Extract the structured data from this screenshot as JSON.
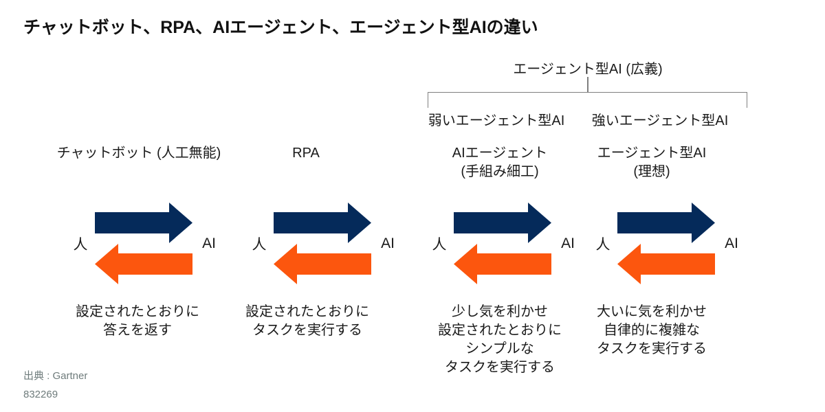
{
  "title": "チャットボット、RPA、AIエージェント、エージェント型AIの違い",
  "group": {
    "label": "エージェント型AI (広義)",
    "sub_left": "弱いエージェント型AI",
    "sub_right": "強いエージェント型AI"
  },
  "labels": {
    "human": "人",
    "ai": "AI"
  },
  "columns": [
    {
      "title": "チャットボット (人工無能)",
      "description": "設定されたとおりに\n答えを返す"
    },
    {
      "title": "RPA",
      "description": "設定されたとおりに\nタスクを実行する"
    },
    {
      "title": "AIエージェント\n(手組み細工)",
      "description": "少し気を利かせ\n設定されたとおりに\nシンプルな\nタスクを実行する"
    },
    {
      "title": "エージェント型AI\n(理想)",
      "description": "大いに気を利かせ\n自律的に複雑な\nタスクを実行する"
    }
  ],
  "colors": {
    "navy": "#052a5a",
    "orange": "#fc560e",
    "bracket": "#7f7f7f"
  },
  "footer": {
    "source": "出典 : Gartner",
    "doc_id": "832269"
  }
}
